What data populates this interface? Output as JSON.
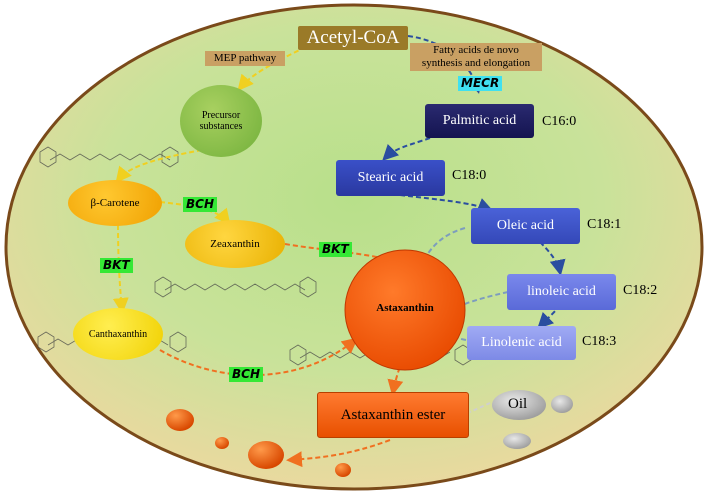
{
  "nodes": {
    "acetyl_coa": "Acetyl-CoA",
    "precursor": "Precursor substances",
    "beta_carotene": "β-Carotene",
    "zeaxanthin": "Zeaxanthin",
    "canthaxanthin": "Canthaxanthin",
    "astaxanthin": "Astaxanthin",
    "astaxanthin_ester": "Astaxanthin ester",
    "oil": "Oil"
  },
  "tags": {
    "mep_pathway": "MEP pathway",
    "fatty_acids_line1": "Fatty acids de novo",
    "fatty_acids_line2": "synthesis and elongation"
  },
  "enzymes": {
    "mecr": "MECR",
    "bch": "BCH",
    "bkt": "BKT"
  },
  "fatty_acids": [
    {
      "name": "Palmitic acid",
      "code": "C16:0"
    },
    {
      "name": "Stearic acid",
      "code": "C18:0"
    },
    {
      "name": "Oleic acid",
      "code": "C18:1"
    },
    {
      "name": "linoleic acid",
      "code": "C18:2"
    },
    {
      "name": "Linolenic acid",
      "code": "C18:3"
    }
  ],
  "colors": {
    "carotenoid_arrow": "#f0d020",
    "astaxanthin_arrow": "#f07020",
    "fatty_acid_arrow": "#2a4ea0",
    "enzyme_highlight": "#35e835",
    "mecr_highlight": "#40e0f0"
  }
}
